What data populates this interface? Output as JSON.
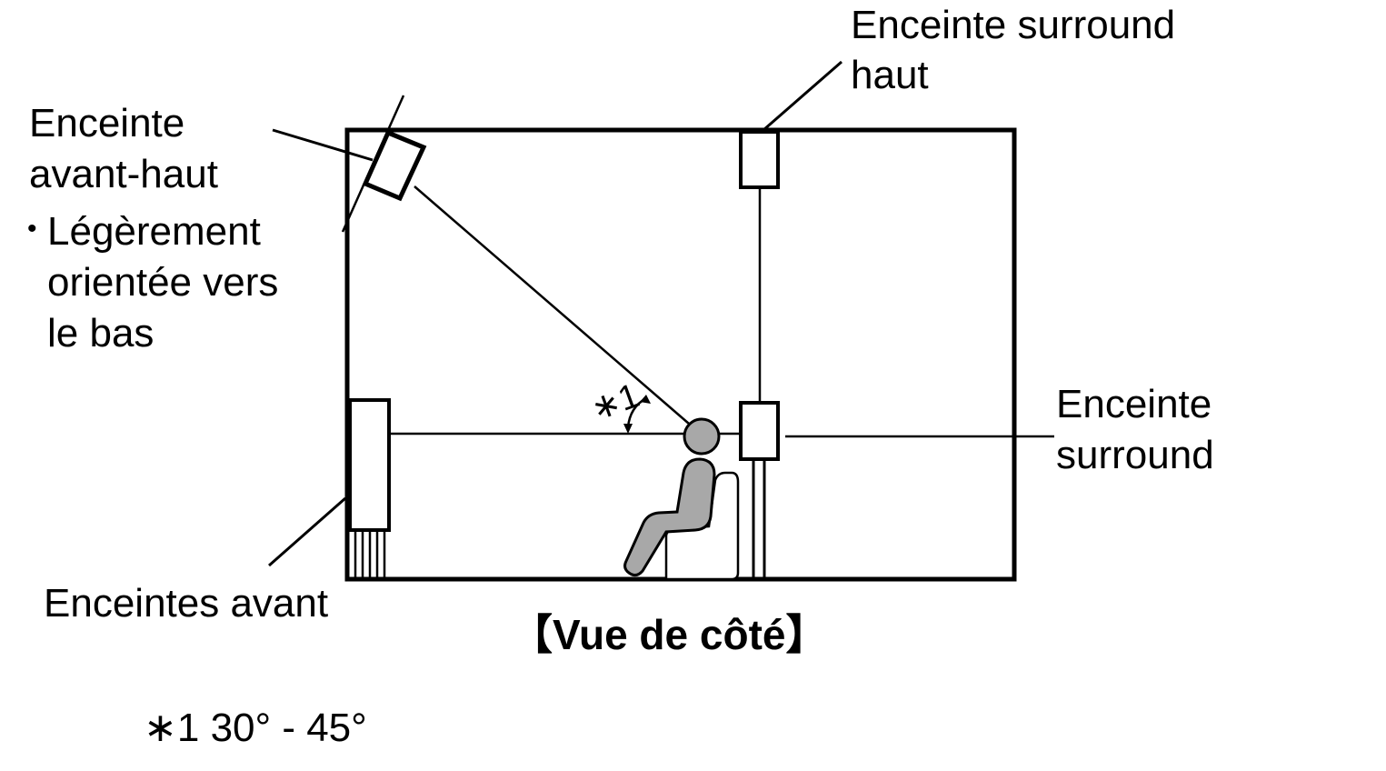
{
  "labels": {
    "surround_high": [
      "Enceinte surround",
      "haut"
    ],
    "front_high": [
      "Enceinte",
      "avant-haut"
    ],
    "front_high_note_bullet": "•",
    "front_high_note": [
      "Légèrement",
      "orientée vers",
      "le bas"
    ],
    "surround": [
      "Enceinte",
      "surround"
    ],
    "front": "Enceintes avant",
    "angle_marker": "∗1"
  },
  "title": "【Vue de côté】",
  "footnote": "∗1 30° - 45°",
  "colors": {
    "line": "#000000",
    "person": "#a8a8a8"
  }
}
